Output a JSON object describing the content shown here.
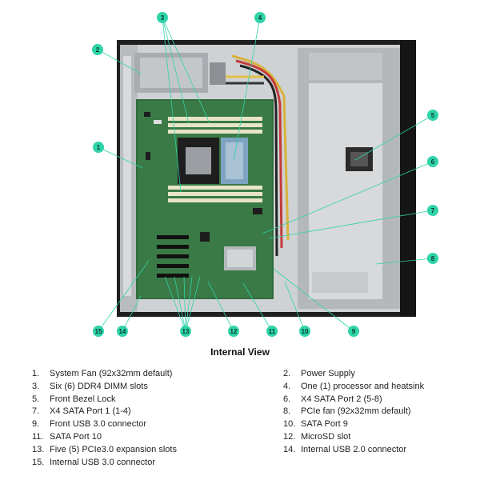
{
  "caption": "Internal View",
  "callouts": [
    {
      "num": "1"
    },
    {
      "num": "2"
    },
    {
      "num": "3"
    },
    {
      "num": "4"
    },
    {
      "num": "5"
    },
    {
      "num": "6"
    },
    {
      "num": "7"
    },
    {
      "num": "8"
    },
    {
      "num": "9"
    },
    {
      "num": "10"
    },
    {
      "num": "11"
    },
    {
      "num": "12"
    },
    {
      "num": "13"
    },
    {
      "num": "14"
    },
    {
      "num": "15"
    }
  ],
  "legend": [
    {
      "num": "1.",
      "text": "System Fan (92x32mm default)"
    },
    {
      "num": "2.",
      "text": "Power Supply"
    },
    {
      "num": "3.",
      "text": "Six (6) DDR4 DIMM slots"
    },
    {
      "num": "4.",
      "text": "One (1) processor and heatsink"
    },
    {
      "num": "5.",
      "text": "Front Bezel Lock"
    },
    {
      "num": "6.",
      "text": "X4 SATA Port 2 (5-8)"
    },
    {
      "num": "7.",
      "text": "X4 SATA Port 1 (1-4)"
    },
    {
      "num": "8.",
      "text": "PCIe fan (92x32mm default)"
    },
    {
      "num": "9.",
      "text": "Front USB 3.0 connector"
    },
    {
      "num": "10.",
      "text": "SATA Port 9"
    },
    {
      "num": "11.",
      "text": "SATA Port 10"
    },
    {
      "num": "12.",
      "text": "MicroSD slot"
    },
    {
      "num": "13.",
      "text": "Five (5) PCIe3.0 expansion slots"
    },
    {
      "num": "14.",
      "text": "Internal USB 2.0 connector"
    },
    {
      "num": "15.",
      "text": "Internal USB 3.0 connector"
    }
  ],
  "colors": {
    "callout_fill": "#2fd3a8",
    "callout_line": "#2fd3a8",
    "chassis": "#2b2b2b",
    "panel": "#c9cccf",
    "board": "#2f6b3c"
  }
}
